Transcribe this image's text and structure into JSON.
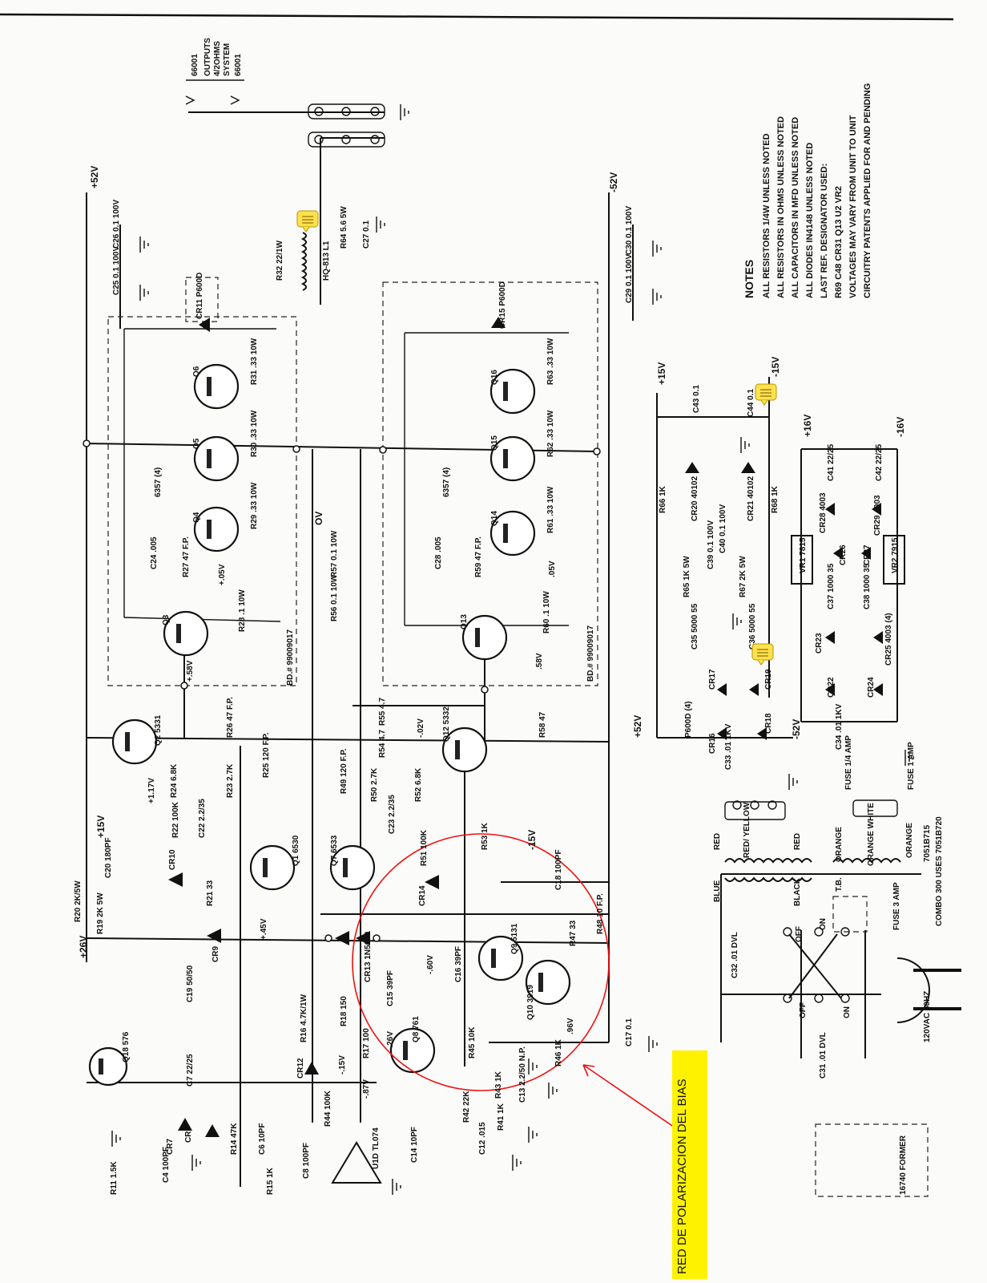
{
  "callout": {
    "text": "RED DE POLARIZACION DEL BIAS",
    "color": "#fff200"
  },
  "annotation": {
    "color": "#e11"
  },
  "notes": {
    "title": "NOTES",
    "lines": [
      "ALL RESISTORS 1/4W UNLESS NOTED",
      "ALL RESISTORS IN OHMS UNLESS NOTED",
      "ALL CAPACITORS IN MFD UNLESS NOTED",
      "ALL DIODES IN4148 UNLESS NOTED",
      "LAST REF. DESIGNATOR USED:",
      "R69   C48   CR31   Q13   U2          VR2",
      "VOLTAGES  MAY VARY FROM UNIT  TO UNIT",
      "CIRCUITRY  PATENTS APPLIED FOR AND PENDING"
    ]
  },
  "speaker": {
    "lines": [
      "66001",
      "OUTPUTS",
      "4/2OHMS",
      "SYSTEM"
    ],
    "bottom": "66001"
  },
  "rails": {
    "pos52": "+52V",
    "neg52": "-52V",
    "pos52b": "+52V",
    "neg52b": "-52V",
    "pos26": "+26V",
    "pos15": "+15V",
    "neg15": "-15V",
    "pos16": "+16V",
    "neg16": "-16V",
    "pos15b": "+15V",
    "neg15b": "-15V",
    "ov": "OV"
  },
  "labels": {
    "c26": "C26 0.1 100V",
    "c25": "C25 0.1 100V",
    "c30": "C30 0.1 100V",
    "c29": "C29 0.1 100V",
    "c27": "C27 0.1",
    "r64": "R64 5.6 5W",
    "r32": "R32 22/1W",
    "l1": "HQ-813 L1",
    "cr11": "CR11 P600D",
    "cr15": "CR15 P600D",
    "q6": "Q6",
    "q5": "Q5",
    "q4": "Q4",
    "q3": "Q3",
    "q16": "Q16",
    "q15": "Q15",
    "q14": "Q14",
    "q13": "Q13",
    "r31": "R31 .33 10W",
    "r30": "R30 .33 10W",
    "r29": "R29 .33 10W",
    "r28": "R28 .1 10W",
    "r63": "R63 .33 10W",
    "r62": "R62 .33 10W",
    "r61": "R61 .33 10W",
    "r60": "R60 .1 10W",
    "q6357a": "6357 (4)",
    "q6357b": "6357 (4)",
    "c24": "C24 .005",
    "r27": "R27 47 F.P.",
    "c28": "C28 .005",
    "r59": "R59 47 F.P.",
    "v05a": "+.05V",
    "v05b": ".05V",
    "v58a": "+.58V",
    "v58b": ".58V",
    "bd1": "BD.# 99009017",
    "bd2": "BD.# 99009017",
    "r57": "R57 0.1 10W",
    "r56": "R56 0.1 10W",
    "q2": "Q2 5331",
    "q12": "Q12 5332",
    "q1": "Q1 6530",
    "q7": "Q7 6533",
    "q9": "Q9 5131",
    "q10": "Q10 3919",
    "q8": "Q8 761",
    "q18": "Q18 576",
    "r26": "R26 47 F.P.",
    "r58": "R58 47",
    "r55": "R55 4.7",
    "r54": "R54 4.7",
    "v117": "+1.17V",
    "v02": "-.02V",
    "r24": "R24 6.8K",
    "r23": "R23 2.7K",
    "r25": "R25 120 F.P.",
    "r22": "R22 100K",
    "c22": "C22 2.2/35",
    "r49": "R49 120 F.P.",
    "r50": "R50 2.7K",
    "r52": "R52 6.8K",
    "c23": "C23 2.2/35",
    "r51": "R51 100K",
    "r53": "R53 1K",
    "c20": "C20 180PF",
    "cr10": "CR10",
    "c18": "C18 100PF",
    "cr14": "CR14",
    "r20": "R20 2K/5W",
    "r19": "R19 2K 5W",
    "r21": "R21 33",
    "cr9": "CR9",
    "c19": "C19 50/50",
    "cr13": "CR13 1N5630",
    "v60": "-.60V",
    "c15a": "C15 39PF",
    "c16": "C16 39PF",
    "r48": "R48 10 F.P.",
    "r47": "R47 33",
    "v45": "+.45V",
    "v26": "-.26V",
    "r16": "R16 4.7K/1W",
    "r18": "R18 150",
    "r17": "R17 100",
    "cr12": "CR12",
    "v15m": "-.15V",
    "v87": "-.87V",
    "r45": "R45 10K",
    "r46": "R46 1K",
    "v96": ".96V",
    "c17": "C17 0.1",
    "r43": "R43 1K",
    "c13": "C13 2.2/50 N.P.",
    "r42": "R42 22K",
    "r41": "R41 1K",
    "c12": "C12 .015",
    "r44": "R44 100K",
    "c8": "C8 100PF",
    "c14": "C14 10PF",
    "u1": "U1D TL074",
    "c7": "C7 22/25",
    "r14": "R14 47K",
    "c6": "C6 10PF",
    "cr7": "CR7",
    "cr8": "CR8",
    "c4": "C4 100PF",
    "r11": "R11 1.5K",
    "r15": "R15 1K",
    "r66": "R66 1K",
    "cr20": "CR20 40102",
    "c40": "C40 0.1 100V",
    "cr21": "CR21 40102",
    "r68": "R68 1K",
    "c43": "C43 0.1",
    "c44": "C44 0.1",
    "r65": "R65 1K 5W",
    "c39": "C39 0.1 100V",
    "r67": "R67 2K 5W",
    "c35": "C35 5000 55",
    "c36": "C36 5000 55",
    "cr17": "CR17",
    "cr19": "CR19",
    "p600d": "P600D (4)",
    "cr16": "CR16",
    "cr18": "CR18",
    "c33": "C33 .01 1KV",
    "vr1": "VR1 7815",
    "vr2": "VR2 7915",
    "c41": "C41 22/25",
    "c42": "C42 22/25",
    "cr28": "CR28 4003",
    "cr26": "CR26",
    "cr27": "CR27",
    "cr29": "CR29 4003",
    "c37": "C37 1000 35",
    "c38": "C38 1000 35",
    "cr23": "CR23",
    "cr25": "CR25 4003 (4)",
    "cr22": "CR22",
    "cr24": "CR24",
    "c34": "C34 .01 1KV",
    "fuse1": "FUSE 1/4 AMP",
    "fuse2": "FUSE 1 AMP",
    "red1": "RED",
    "redyellow": "RED/ YELLOW",
    "red2": "RED",
    "orange1": "ORANGE",
    "orangewhite": "ORANGE WHITE",
    "orange2": "ORANGE",
    "blue": "BLUE",
    "black": "BLACK",
    "tb": "T.B.",
    "fuse3": "FUSE 3 AMP",
    "xfmr": "7051B715",
    "combo": "COMBO 300 USES 7051B720",
    "c32": "C32 .01 DVL",
    "c31": "C31 .01 DVL",
    "off1": "OFF",
    "on1": "ON",
    "off2": "OFF",
    "on2": "ON",
    "mains": "120VAC 60HZ",
    "former": "16740 FORMER"
  }
}
